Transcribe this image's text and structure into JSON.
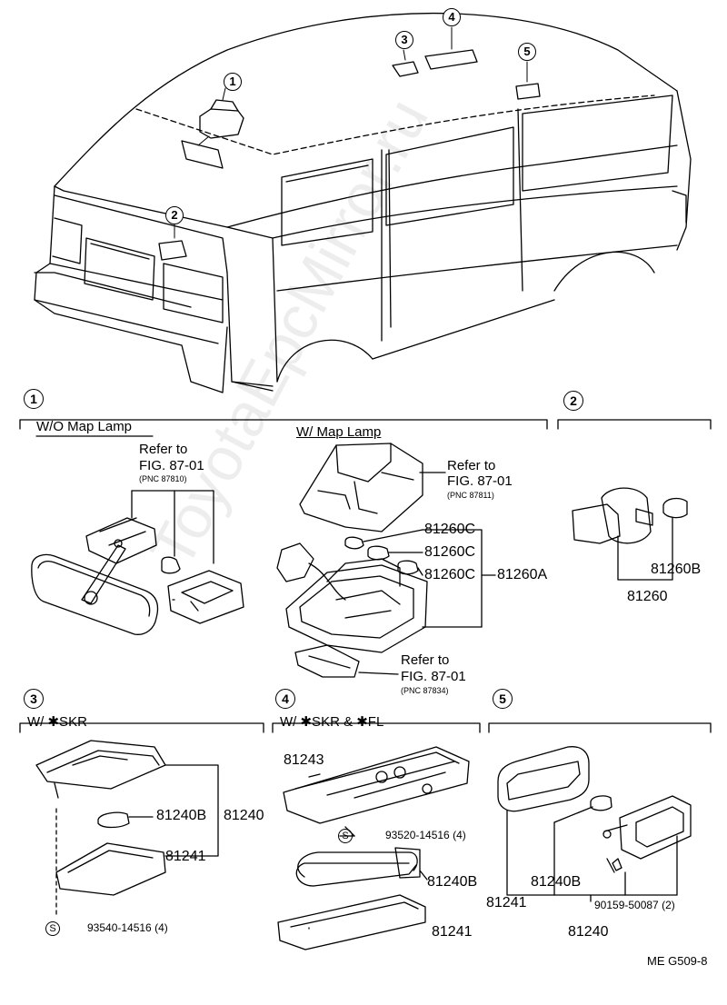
{
  "watermark": "ToyotaEpcMirror.ru",
  "footer_code": "ME  G509-8",
  "callouts": {
    "c1": "1",
    "c2": "2",
    "c3": "3",
    "c4": "4",
    "c5": "5"
  },
  "sections": {
    "s1": {
      "number": "1",
      "wo_map_lamp": "W/O  Map Lamp",
      "w_map_lamp": "W/ Map Lamp"
    },
    "s2": {
      "number": "2"
    },
    "s3": {
      "number": "3",
      "label": "W/ ✱SKR"
    },
    "s4": {
      "number": "4",
      "label": "W/ ✱SKR & ✱FL"
    },
    "s5": {
      "number": "5"
    }
  },
  "references": {
    "r1": {
      "text": "Refer to",
      "fig": "FIG. 87-01",
      "pnc": "(PNC 87810)"
    },
    "r2": {
      "text": "Refer to",
      "fig": "FIG. 87-01",
      "pnc": "(PNC 87811)"
    },
    "r3": {
      "text": "Refer to",
      "fig": "FIG. 87-01",
      "pnc": "(PNC 87834)"
    }
  },
  "parts": {
    "p81260c_1": "81260C",
    "p81260c_2": "81260C",
    "p81260c_3": "81260C",
    "p81260a": "81260A",
    "p81260b": "81260B",
    "p81260": "81260",
    "p81240b_3": "81240B",
    "p81240_3": "81240",
    "p81241_3": "81241",
    "screw_3": "93540-14516 (4)",
    "p81243": "81243",
    "screw_4": "93520-14516 (4)",
    "p81240b_4": "81240B",
    "p81241_4": "81241",
    "p81241_5": "81241",
    "p81240b_5": "81240B",
    "screw_5": "90159-50087 (2)",
    "p81240_5": "81240"
  },
  "s_mark": "S"
}
